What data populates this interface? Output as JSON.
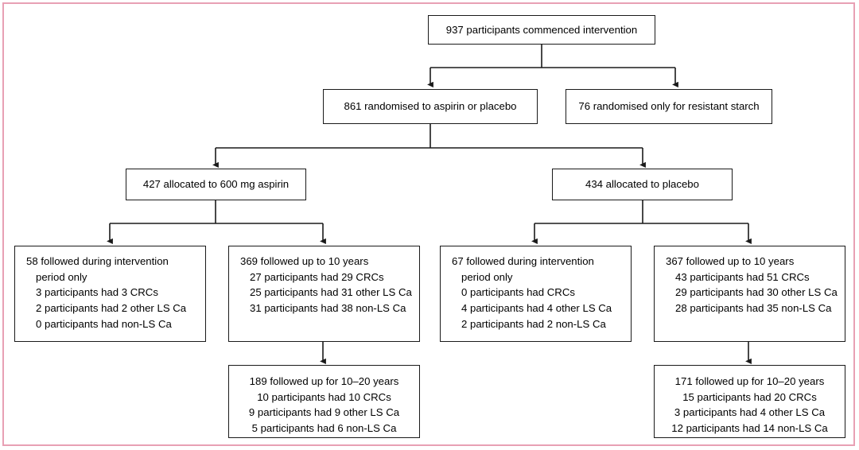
{
  "figure": {
    "type": "flow-diagram",
    "title_text": "",
    "border_color": "#e8a0b4",
    "line_color": "#1a1a1a",
    "box_border_color": "#1a1a1a",
    "text_color": "#000000"
  },
  "nodes": {
    "enrolled": {
      "label": "937 participants commenced intervention"
    },
    "randomised_aspirin_placebo": {
      "label": "861 randomised to aspirin or placebo"
    },
    "randomised_resistant_starch": {
      "label": "76 randomised only for resistant starch"
    },
    "allocated_aspirin": {
      "label": "427 allocated to 600 mg aspirin"
    },
    "allocated_placebo": {
      "label": "434 allocated to  placebo"
    },
    "aspirin_intervention_period": {
      "lines": [
        "58 followed during intervention",
        "period only",
        "3 participants had 3 CRCs",
        "2 participants had 2 other LS Ca",
        "0 participants had non-LS Ca"
      ]
    },
    "aspirin_10_years": {
      "lines": [
        "369 followed up to 10 years",
        "27 participants had 29 CRCs",
        "25 participants had 31 other LS Ca",
        "31 participants had 38 non-LS Ca"
      ]
    },
    "placebo_intervention_period": {
      "lines": [
        "67 followed during intervention",
        "period only",
        "0 participants had CRCs",
        "4 participants had 4 other LS Ca",
        "2 participants had 2 non-LS Ca"
      ]
    },
    "placebo_10_years": {
      "lines": [
        "367 followed up to 10 years",
        "43 participants had 51 CRCs",
        "29 participants had 30 other LS Ca",
        "28 participants had 35 non-LS Ca"
      ]
    },
    "aspirin_10_20_years": {
      "lines": [
        "189 followed up for 10–20 years",
        "10 participants had 10 CRCs",
        "9 participants had 9 other LS Ca",
        "5 participants had 6 non-LS Ca"
      ]
    },
    "placebo_10_20_years": {
      "lines": [
        "171 followed up for 10–20 years",
        "15 participants had 20 CRCs",
        "3 participants had 4 other LS Ca",
        "12 participants had 14 non-LS Ca"
      ]
    }
  }
}
